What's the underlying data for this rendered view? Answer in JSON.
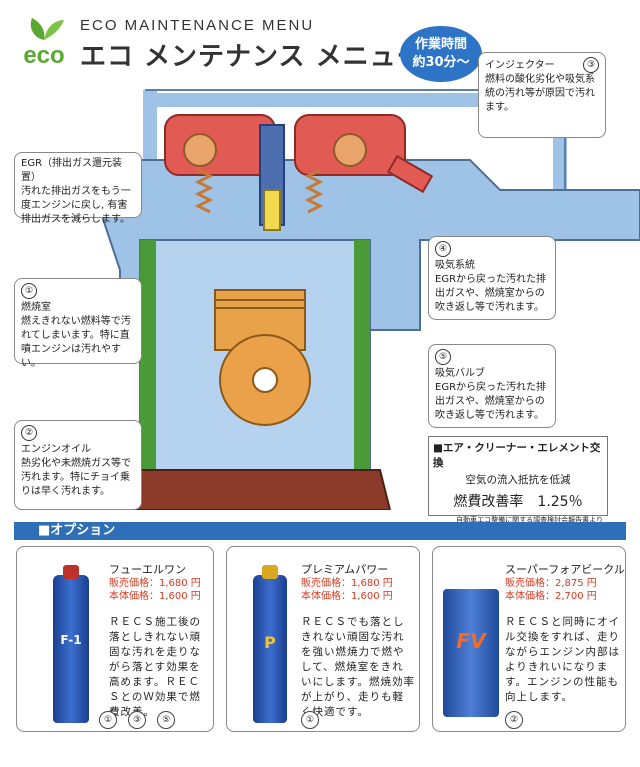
{
  "header": {
    "logo": "eco",
    "title_en": "ECO MAINTENANCE MENU",
    "title_jp": "エコ メンテナンス メニュー",
    "time_line1": "作業時間",
    "time_line2": "約30分〜"
  },
  "callouts": {
    "egr": {
      "title": "EGR（排出ガス還元装置）",
      "body": "汚れた排出ガスをもう一度エンジンに戻し, 有害排出ガスを減らします。"
    },
    "c1": {
      "num": "①",
      "title": "燃焼室",
      "body": "燃えきれない燃料等で汚れてしまいます。特に直噴エンジンは汚れやすい。"
    },
    "c2": {
      "num": "②",
      "title": "エンジンオイル",
      "body": "熱劣化や未燃焼ガス等で汚れます。特にチョイ乗りは早く汚れます。"
    },
    "c3": {
      "num": "③",
      "title": "インジェクター",
      "body": "燃料の酸化劣化や吸気系統の汚れ等が原因で汚れます。"
    },
    "c4": {
      "num": "④",
      "title": "吸気系統",
      "body": "EGRから戻った汚れた排出ガスや、燃焼室からの吹き返し等で汚れます。"
    },
    "c5": {
      "num": "⑤",
      "title": "吸気バルブ",
      "body": "EGRから戻った汚れた排出ガスや、燃焼室からの吹き返し等で汚れます。"
    }
  },
  "filter": {
    "title": "■エア・クリーナー・エレメント交換",
    "line1": "空気の流入抵抗を低減",
    "line2": "燃費改善率　1.25％",
    "note": "自動車エコ整備に関する調査検討会報告書より"
  },
  "options": {
    "label": "■オプション",
    "products": [
      {
        "name": "フューエルワン",
        "price_sale": "販売価格：1,680 円",
        "price_base": "本体価格：1,600 円",
        "desc": "ＲＥＣＳ施工後の落としきれない頑固な汚れを走りながら落とす効果を高めます。ＲＥＣＳとのＷ効果で燃費改善。",
        "badges": [
          "①",
          "③",
          "⑤"
        ],
        "can_label": "F-1"
      },
      {
        "name": "プレミアムパワー",
        "price_sale": "販売価格：1,680 円",
        "price_base": "本体価格：1,600 円",
        "desc": "ＲＥＣＳでも落としきれない頑固な汚れを強い燃焼力で燃やして、燃焼室をきれいにします。燃焼効率が上がり、走りも軽く快適です。",
        "badges": [
          "①"
        ],
        "can_label": "P"
      },
      {
        "name": "スーパーフォアビークル",
        "price_sale": "販売価格：2,875 円",
        "price_base": "本体価格：2,700 円",
        "desc": "ＲＥＣＳと同時にオイル交換をすれば、走りながらエンジン内部はよりきれいになります。エンジンの性能も向上します。",
        "badges": [
          "②"
        ],
        "can_label": "FV"
      }
    ]
  },
  "colors": {
    "accent": "#2f6fb7",
    "price": "#d9391e",
    "eco_green": "#5aa832",
    "engine_blue": "#9fc3e6"
  }
}
